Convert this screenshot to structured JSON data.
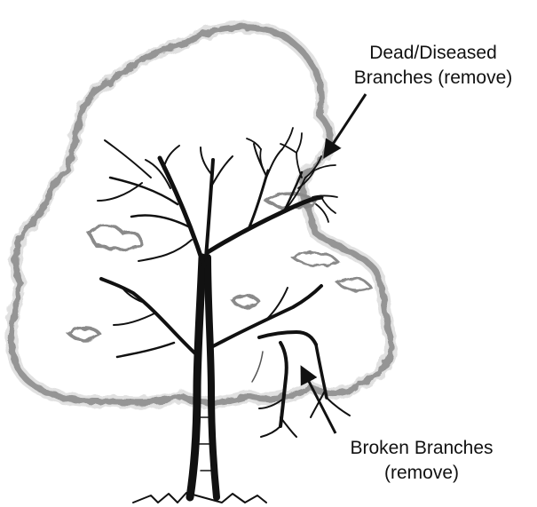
{
  "annotations": {
    "dead_diseased": {
      "line1": "Dead/Diseased",
      "line2": "Branches (remove)"
    },
    "broken": {
      "line1": "Broken Branches",
      "line2": "(remove)"
    }
  },
  "colors": {
    "ink": "#111111",
    "foliage_edge": "#6f6f6f",
    "foliage_fill": "#ffffff",
    "background": "#ffffff"
  }
}
